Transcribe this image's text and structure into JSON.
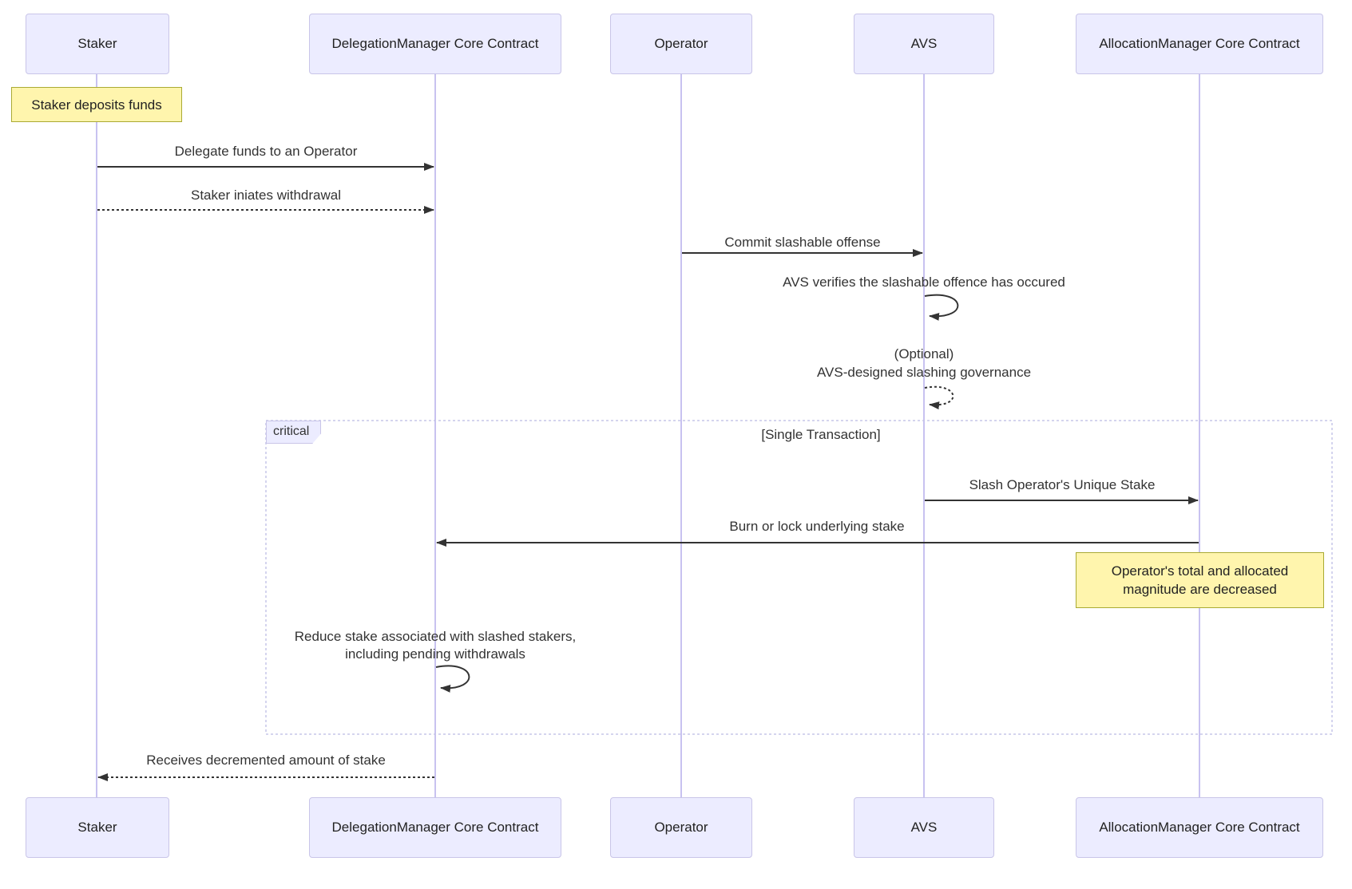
{
  "diagram": {
    "type": "sequence-diagram",
    "actors": [
      {
        "id": "staker",
        "label": "Staker"
      },
      {
        "id": "delegation-manager",
        "label": "DelegationManager Core Contract"
      },
      {
        "id": "operator",
        "label": "Operator"
      },
      {
        "id": "avs",
        "label": "AVS"
      },
      {
        "id": "allocation-manager",
        "label": "AllocationManager Core Contract"
      }
    ],
    "notes": [
      {
        "over": "staker",
        "line1": "Staker deposits funds"
      },
      {
        "over": "allocation-manager",
        "line1": "Operator's total and allocated",
        "line2": "magnitude are decreased"
      }
    ],
    "messages": [
      {
        "from": "staker",
        "to": "delegation-manager",
        "style": "solid",
        "text": "Delegate funds to an Operator"
      },
      {
        "from": "staker",
        "to": "delegation-manager",
        "style": "dashed",
        "text": "Staker iniates withdrawal"
      },
      {
        "from": "operator",
        "to": "avs",
        "style": "solid",
        "text": "Commit slashable offense"
      },
      {
        "from": "avs",
        "to": "avs",
        "style": "self-solid",
        "text": "AVS verifies the slashable offence has occured"
      },
      {
        "from": "avs",
        "to": "avs",
        "style": "self-dashed",
        "line1": "(Optional)",
        "line2": "AVS-designed slashing governance"
      },
      {
        "from": "avs",
        "to": "allocation-manager",
        "style": "solid",
        "text": "Slash Operator's Unique Stake"
      },
      {
        "from": "allocation-manager",
        "to": "delegation-manager",
        "style": "solid",
        "text": "Burn or lock underlying stake"
      },
      {
        "from": "delegation-manager",
        "to": "delegation-manager",
        "style": "self-solid",
        "line1": "Reduce stake associated with slashed stakers,",
        "line2": "including pending withdrawals"
      },
      {
        "from": "delegation-manager",
        "to": "staker",
        "style": "dashed",
        "text": "Receives decremented amount of stake"
      }
    ],
    "critical_frame": {
      "label": "critical",
      "condition": "[Single Transaction]"
    },
    "colors": {
      "actor_fill": "#ECECFF",
      "actor_border": "#C9C5E8",
      "note_fill": "#FFF5AD",
      "note_border": "#AAAA33",
      "lifeline": "#C8C2F0",
      "arrow": "#333333",
      "text": "#333333",
      "frame_border": "#C5C5E8",
      "frame_label_fill": "#ECECFF",
      "bg": "#FFFFFF"
    }
  }
}
